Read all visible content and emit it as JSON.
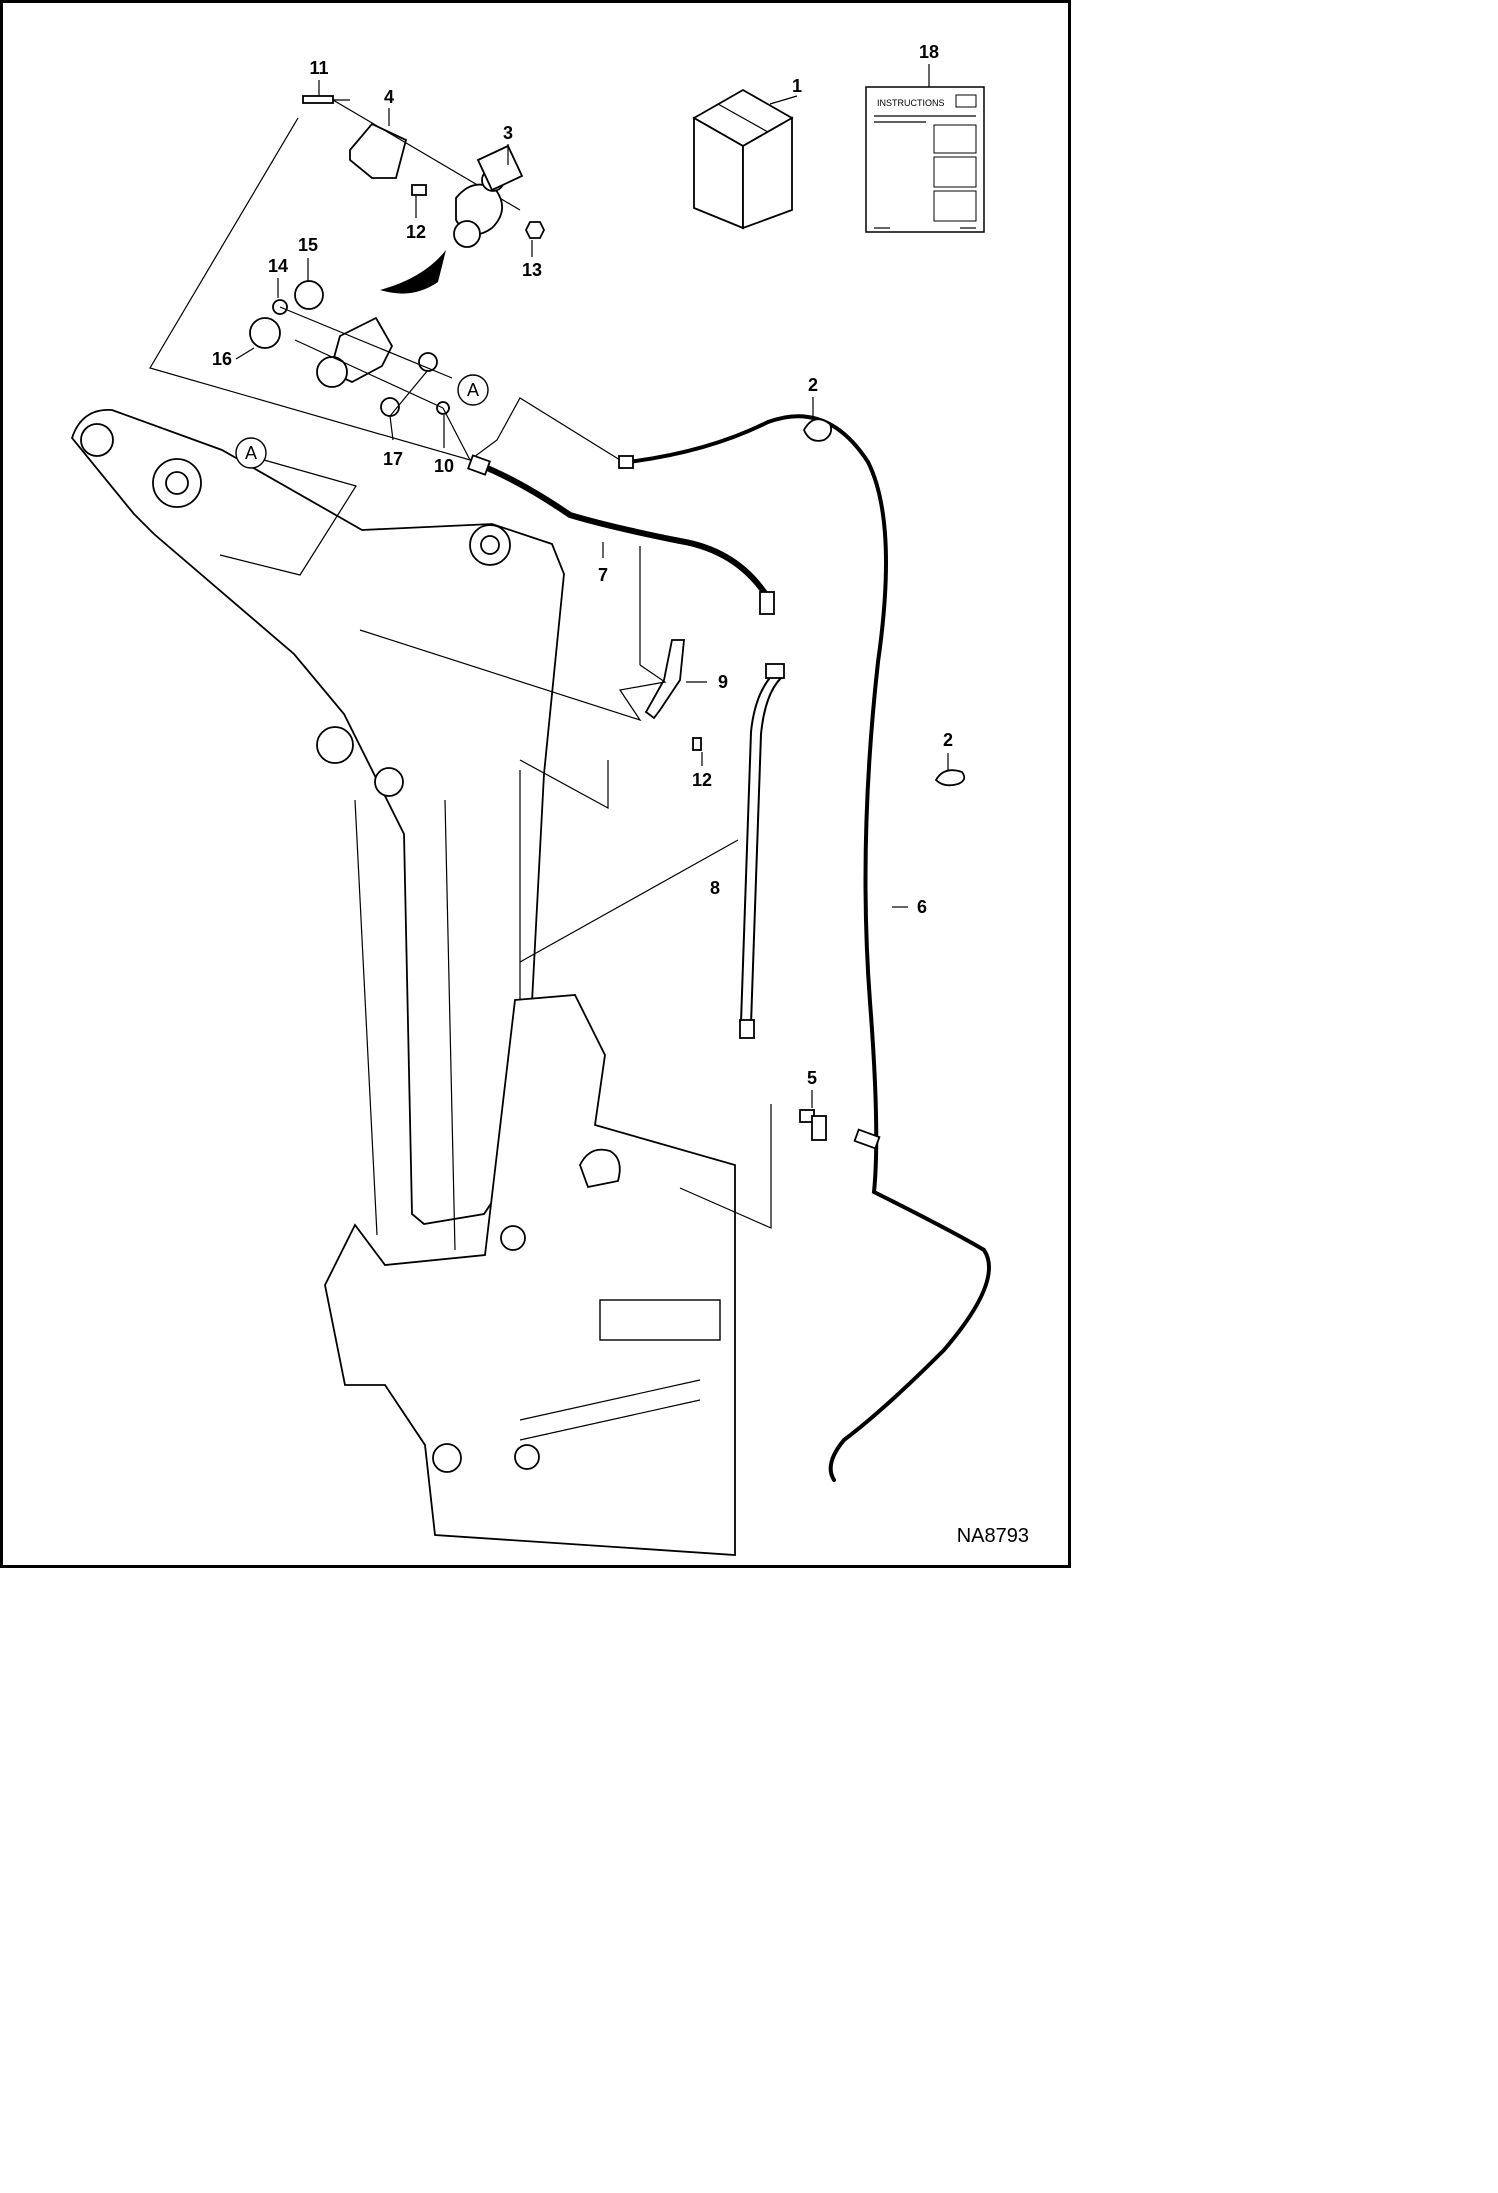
{
  "callouts": [
    {
      "id": "c1",
      "label": "1"
    },
    {
      "id": "c2a",
      "label": "2"
    },
    {
      "id": "c2b",
      "label": "2"
    },
    {
      "id": "c3",
      "label": "3"
    },
    {
      "id": "c4",
      "label": "4"
    },
    {
      "id": "c5",
      "label": "5"
    },
    {
      "id": "c6",
      "label": "6"
    },
    {
      "id": "c7",
      "label": "7"
    },
    {
      "id": "c8",
      "label": "8"
    },
    {
      "id": "c9",
      "label": "9"
    },
    {
      "id": "c10",
      "label": "10"
    },
    {
      "id": "c11",
      "label": "11"
    },
    {
      "id": "c12a",
      "label": "12"
    },
    {
      "id": "c12b",
      "label": "12"
    },
    {
      "id": "c13",
      "label": "13"
    },
    {
      "id": "c14",
      "label": "14"
    },
    {
      "id": "c15",
      "label": "15"
    },
    {
      "id": "c16",
      "label": "16"
    },
    {
      "id": "c17",
      "label": "17"
    },
    {
      "id": "c18",
      "label": "18"
    }
  ],
  "detail_refs": [
    {
      "id": "a1",
      "label": "A"
    },
    {
      "id": "a2",
      "label": "A"
    }
  ],
  "instructions_sheet": {
    "title": "INSTRUCTIONS"
  },
  "document_code": "NA8793"
}
